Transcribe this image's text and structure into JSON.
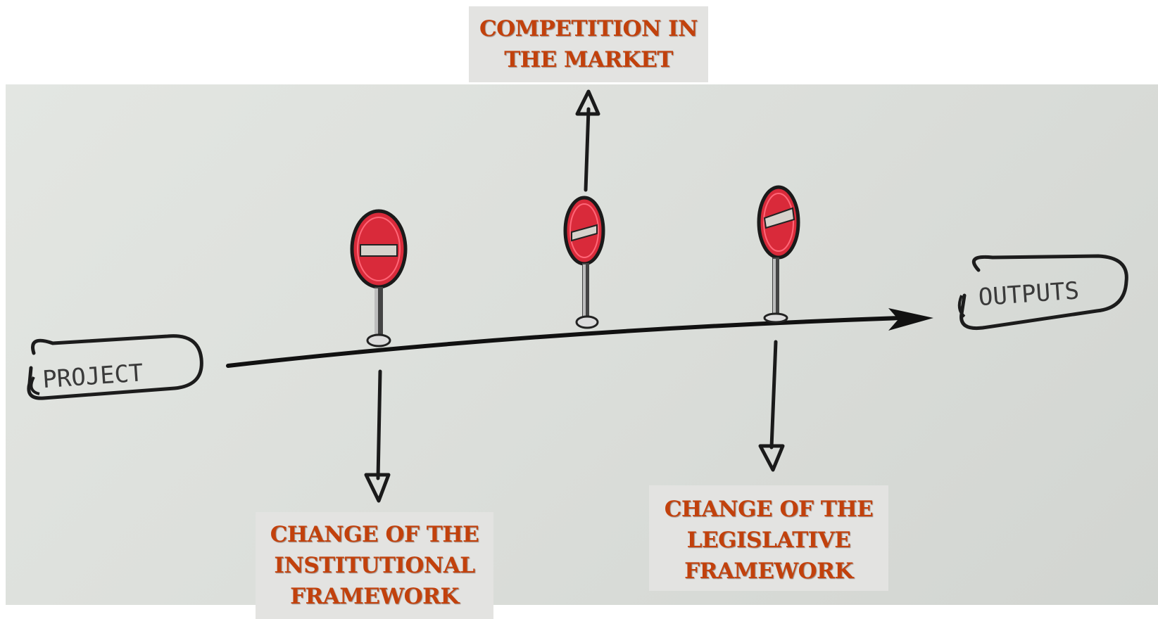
{
  "diagram": {
    "start_label": "PROJECT",
    "end_label": "OUTPUTS",
    "callouts": {
      "competition": [
        "COMPETITION IN",
        "THE MARKET"
      ],
      "institutional": [
        "CHANGE OF THE",
        "INSTITUTIONAL",
        "FRAMEWORK"
      ],
      "legislative": [
        "CHANGE OF THE",
        "LEGISLATIVE",
        "FRAMEWORK"
      ]
    }
  }
}
